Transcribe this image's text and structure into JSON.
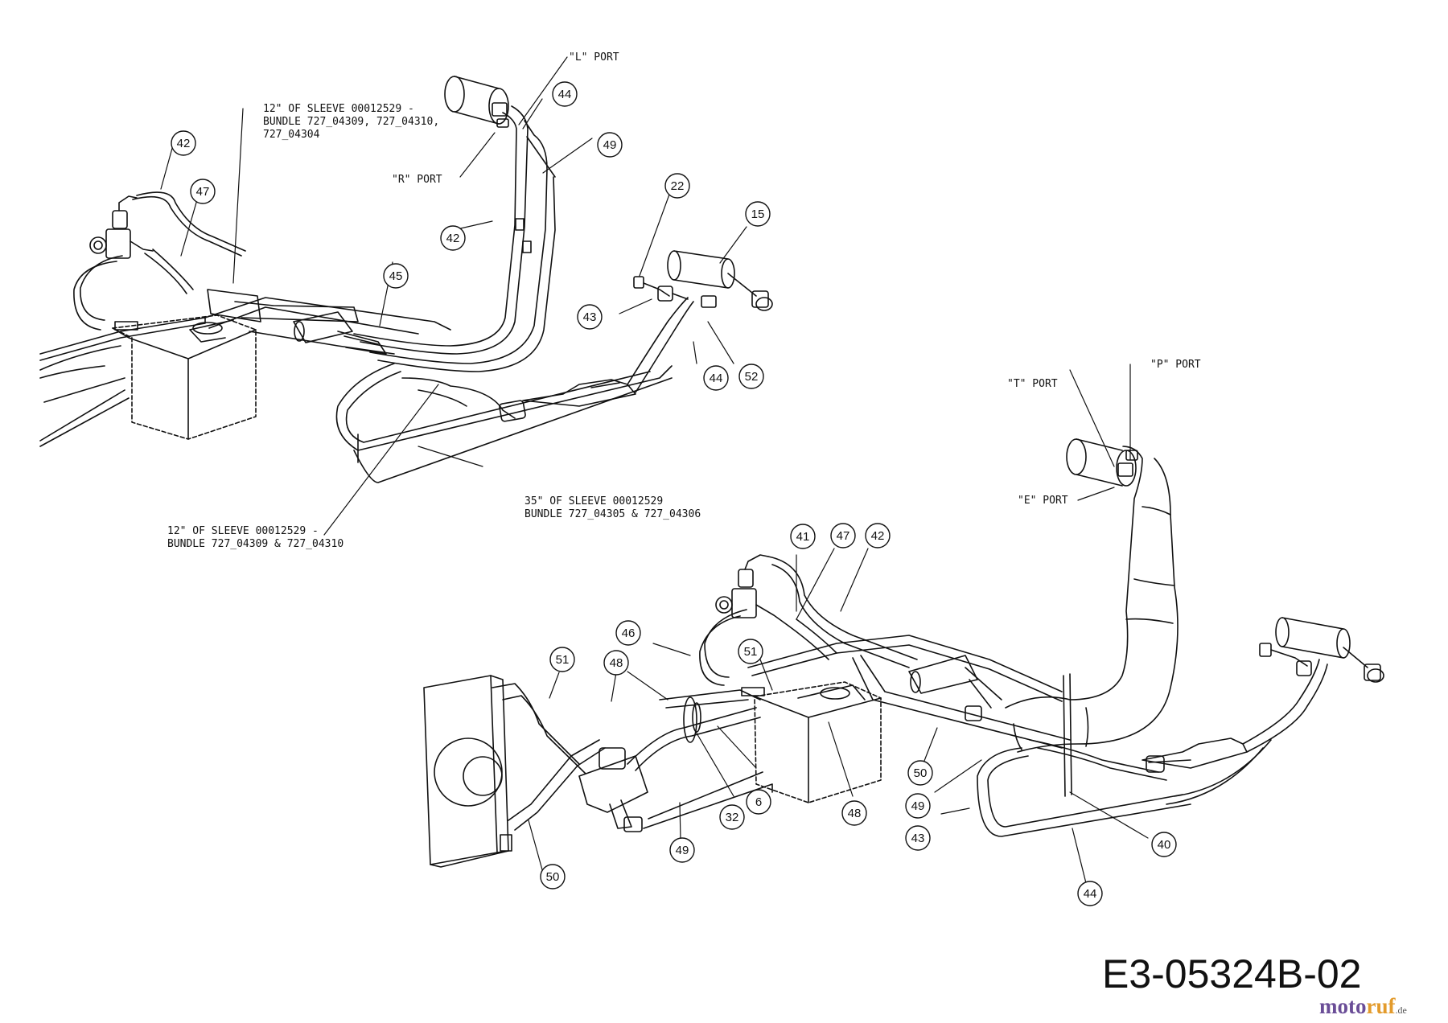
{
  "diagram_code": "E3-05324B-02",
  "watermark": {
    "brand_left": "moto",
    "brand_right": "ruf",
    "tld": ".de"
  },
  "port_labels": {
    "l_port": "\"L\" PORT",
    "r_port": "\"R\" PORT",
    "t_port": "\"T\" PORT",
    "p_port": "\"P\" PORT",
    "e_port": "\"E\" PORT"
  },
  "notes": {
    "sleeve_a_line1": "12\" OF SLEEVE 00012529 -",
    "sleeve_a_line2": "BUNDLE 727_04309, 727_04310,",
    "sleeve_a_line3": "727_04304",
    "sleeve_b_line1": "35\" OF SLEEVE 00012529",
    "sleeve_b_line2": "BUNDLE 727_04305 & 727_04306",
    "sleeve_c_line1": "12\" OF SLEEVE 00012529 -",
    "sleeve_c_line2": "BUNDLE 727_04309 & 727_04310"
  },
  "callouts": {
    "c42a": "42",
    "c47a": "47",
    "c44a": "44",
    "c49a": "49",
    "c42b": "42",
    "c45": "45",
    "c22": "22",
    "c15": "15",
    "c43a": "43",
    "c44b": "44",
    "c52": "52",
    "c41": "41",
    "c47b": "47",
    "c42c": "42",
    "c46": "46",
    "c51a": "51",
    "c51b": "51",
    "c48a": "48",
    "c6": "6",
    "c32": "32",
    "c48b": "48",
    "c49b": "49",
    "c50a": "50",
    "c49c": "49",
    "c43b": "43",
    "c40": "40",
    "c44c": "44",
    "c50b": "50"
  },
  "colors": {
    "line": "#111111",
    "background": "#ffffff",
    "brand_purple": "#6a4d97",
    "brand_orange": "#e39b2c"
  }
}
